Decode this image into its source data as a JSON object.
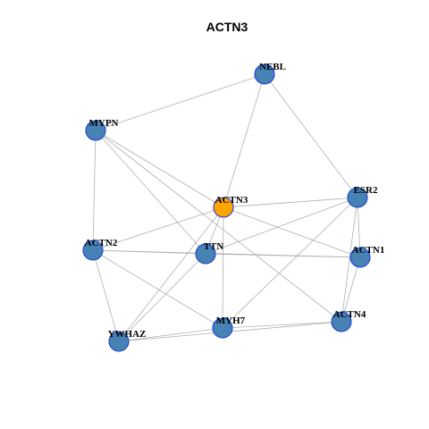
{
  "title": "ACTN3",
  "colors": {
    "node_fill": "#4682B4",
    "node_stroke": "#1f3fd0",
    "center_fill": "#FFA500",
    "edge": "#b0b0b0",
    "background": "#ffffff"
  },
  "nodes": [
    {
      "id": "NEBL",
      "label": "NEBL",
      "center": false
    },
    {
      "id": "MYPN",
      "label": "MYPN",
      "center": false
    },
    {
      "id": "ACTN3",
      "label": "ACTN3",
      "center": true
    },
    {
      "id": "ESR2",
      "label": "ESR2",
      "center": false
    },
    {
      "id": "ACTN2",
      "label": "ACTN2",
      "center": false
    },
    {
      "id": "TTN",
      "label": "TTN",
      "center": false
    },
    {
      "id": "ACTN1",
      "label": "ACTN1",
      "center": false
    },
    {
      "id": "ACTN4",
      "label": "ACTN4",
      "center": false
    },
    {
      "id": "MYH7",
      "label": "MYH7",
      "center": false
    },
    {
      "id": "YWHAZ",
      "label": "YWHAZ",
      "center": false
    }
  ],
  "edges": [
    [
      "NEBL",
      "MYPN"
    ],
    [
      "NEBL",
      "ACTN3"
    ],
    [
      "NEBL",
      "ESR2"
    ],
    [
      "MYPN",
      "ACTN3"
    ],
    [
      "MYPN",
      "ACTN2"
    ],
    [
      "MYPN",
      "TTN"
    ],
    [
      "MYPN",
      "ACTN4"
    ],
    [
      "ACTN3",
      "ESR2"
    ],
    [
      "ACTN3",
      "ACTN2"
    ],
    [
      "ACTN3",
      "TTN"
    ],
    [
      "ACTN3",
      "ACTN1"
    ],
    [
      "ACTN3",
      "MYH7"
    ],
    [
      "ACTN3",
      "YWHAZ"
    ],
    [
      "ESR2",
      "TTN"
    ],
    [
      "ESR2",
      "ACTN1"
    ],
    [
      "ESR2",
      "ACTN4"
    ],
    [
      "ESR2",
      "MYH7"
    ],
    [
      "ACTN2",
      "TTN"
    ],
    [
      "ACTN2",
      "ACTN1"
    ],
    [
      "ACTN2",
      "MYH7"
    ],
    [
      "ACTN2",
      "YWHAZ"
    ],
    [
      "TTN",
      "ACTN1"
    ],
    [
      "TTN",
      "YWHAZ"
    ],
    [
      "ACTN1",
      "ACTN4"
    ],
    [
      "MYH7",
      "ACTN4"
    ],
    [
      "MYH7",
      "YWHAZ"
    ],
    [
      "ACTN4",
      "YWHAZ"
    ]
  ]
}
